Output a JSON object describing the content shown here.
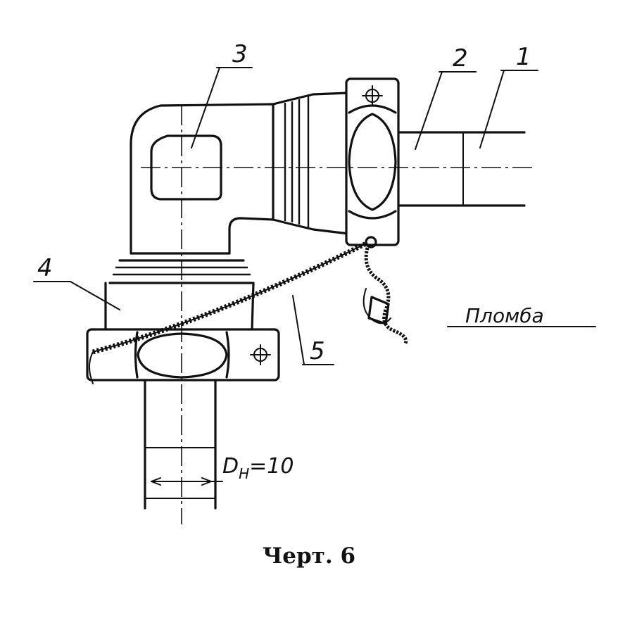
{
  "labels": {
    "part_1": "1",
    "part_2": "2",
    "part_3": "3",
    "part_4": "4",
    "part_5": "5",
    "seal": "Пломба",
    "diameter_main": "D",
    "diameter_sub": "H",
    "diameter_value": "=10"
  },
  "caption": "Черт. 6"
}
